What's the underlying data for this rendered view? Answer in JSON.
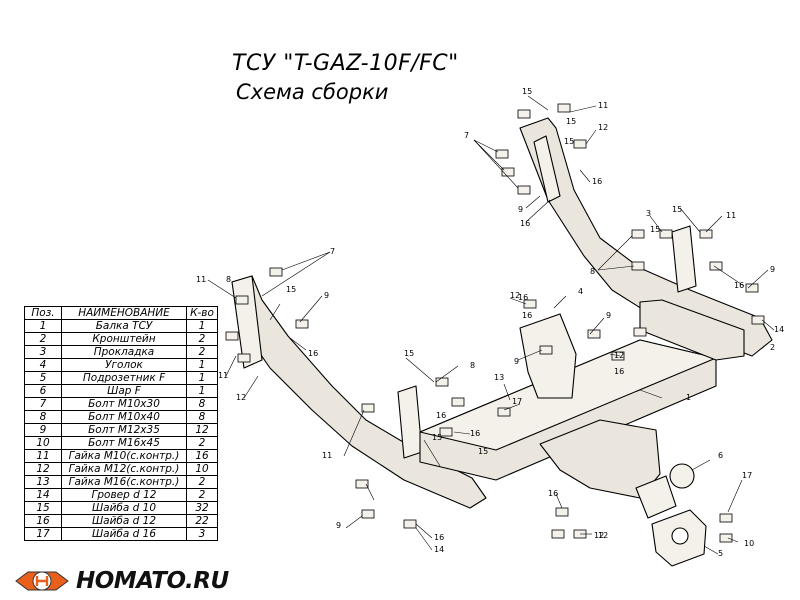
{
  "title": "ТСУ \"T-GAZ-10F/FC\"",
  "subtitle": "Схема сборки",
  "table": {
    "headers": [
      "Поз.",
      "НАИМЕНОВАНИЕ",
      "К-во"
    ],
    "rows": [
      [
        "1",
        "Балка ТСУ",
        "1"
      ],
      [
        "2",
        "Кронштейн",
        "2"
      ],
      [
        "3",
        "Прокладка",
        "2"
      ],
      [
        "4",
        "Уголок",
        "1"
      ],
      [
        "5",
        "Подрозетник F",
        "1"
      ],
      [
        "6",
        "Шар F",
        "1"
      ],
      [
        "7",
        "Болт М10х30",
        "8"
      ],
      [
        "8",
        "Болт М10х40",
        "8"
      ],
      [
        "9",
        "Болт М12х35",
        "12"
      ],
      [
        "10",
        "Болт М16х45",
        "2"
      ],
      [
        "11",
        "Гайка М10(с.контр.)",
        "16"
      ],
      [
        "12",
        "Гайка М12(с.контр.)",
        "10"
      ],
      [
        "13",
        "Гайка  М16(с.контр.)",
        "2"
      ],
      [
        "14",
        "Гровер d 12",
        "2"
      ],
      [
        "15",
        "Шайба d 10",
        "32"
      ],
      [
        "16",
        "Шайба d 12",
        "22"
      ],
      [
        "17",
        "Шайба d 16",
        "3"
      ]
    ]
  },
  "logo": {
    "text": "HOMATO.RU",
    "accent": "#e8601c"
  },
  "colors": {
    "part_fill": "#eae6dd",
    "line": "#000000"
  },
  "callouts": [
    {
      "n": "15"
    },
    {
      "n": "11"
    },
    {
      "n": "7"
    },
    {
      "n": "15"
    },
    {
      "n": "15"
    },
    {
      "n": "12"
    },
    {
      "n": "16"
    },
    {
      "n": "9"
    },
    {
      "n": "16"
    },
    {
      "n": "3"
    },
    {
      "n": "15"
    },
    {
      "n": "11"
    },
    {
      "n": "15"
    },
    {
      "n": "8"
    },
    {
      "n": "9"
    },
    {
      "n": "16"
    },
    {
      "n": "14"
    },
    {
      "n": "2"
    },
    {
      "n": "11"
    },
    {
      "n": "7"
    },
    {
      "n": "15"
    },
    {
      "n": "9"
    },
    {
      "n": "8"
    },
    {
      "n": "16"
    },
    {
      "n": "11"
    },
    {
      "n": "12"
    },
    {
      "n": "16"
    },
    {
      "n": "4"
    },
    {
      "n": "12"
    },
    {
      "n": "16"
    },
    {
      "n": "9"
    },
    {
      "n": "12"
    },
    {
      "n": "16"
    },
    {
      "n": "9"
    },
    {
      "n": "15"
    },
    {
      "n": "8"
    },
    {
      "n": "13"
    },
    {
      "n": "17"
    },
    {
      "n": "15"
    },
    {
      "n": "16"
    },
    {
      "n": "11"
    },
    {
      "n": "1"
    },
    {
      "n": "16"
    },
    {
      "n": "6"
    },
    {
      "n": "17"
    },
    {
      "n": "12"
    },
    {
      "n": "16"
    },
    {
      "n": "9"
    },
    {
      "n": "16"
    },
    {
      "n": "14"
    },
    {
      "n": "10"
    },
    {
      "n": "5"
    },
    {
      "n": "12"
    },
    {
      "n": "15"
    }
  ]
}
